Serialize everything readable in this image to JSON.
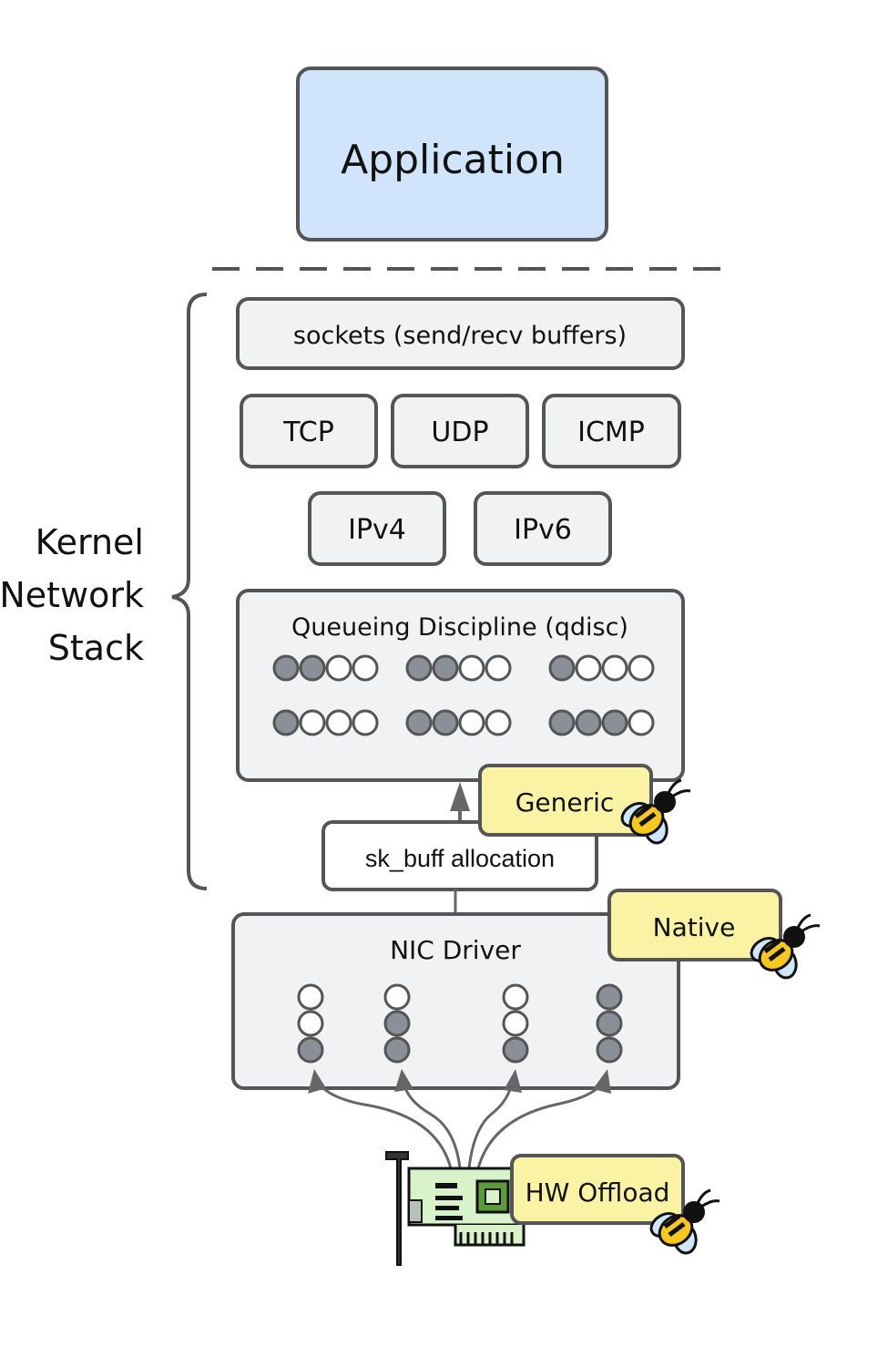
{
  "application": {
    "label": "Application"
  },
  "kernel_label": {
    "line1": "Kernel",
    "line2": "Network",
    "line3": "Stack"
  },
  "sockets": {
    "label": "sockets (send/recv buffers)"
  },
  "transport": {
    "tcp": "TCP",
    "udp": "UDP",
    "icmp": "ICMP"
  },
  "network": {
    "ipv4": "IPv4",
    "ipv6": "IPv6"
  },
  "qdisc": {
    "label": "Queueing Discipline (qdisc)",
    "queues": [
      [
        1,
        1,
        0,
        0
      ],
      [
        1,
        1,
        0,
        0
      ],
      [
        1,
        0,
        0,
        0
      ],
      [
        1,
        0,
        0,
        0
      ],
      [
        1,
        1,
        0,
        0
      ],
      [
        1,
        1,
        1,
        0
      ]
    ]
  },
  "skbuff": {
    "label": "sk_buff allocation"
  },
  "nic_driver": {
    "label": "NIC Driver",
    "rings": [
      [
        0,
        0,
        1
      ],
      [
        0,
        1,
        1
      ],
      [
        0,
        0,
        1
      ],
      [
        1,
        1,
        1
      ]
    ]
  },
  "hooks": {
    "generic": "Generic",
    "native": "Native",
    "hw_offload": "HW Offload"
  },
  "colors": {
    "application_fill": "#d0e4fb",
    "box_fill": "#f1f2f4",
    "hook_fill": "#fbf3a4",
    "stroke": "#555555",
    "slot_filled": "#8b9098",
    "card_fill": "#d8f3ca"
  }
}
